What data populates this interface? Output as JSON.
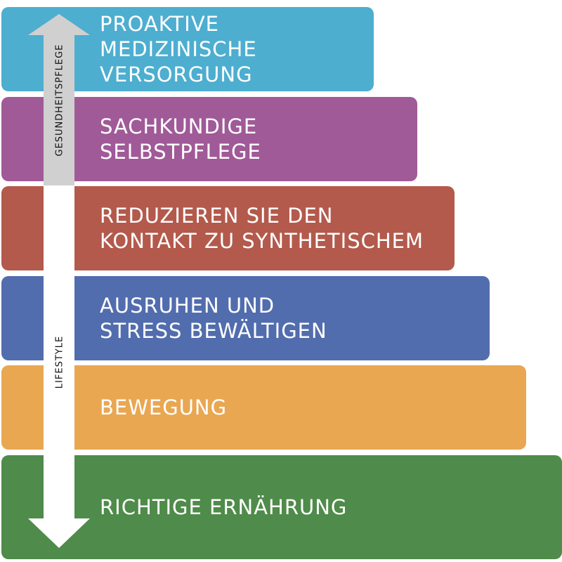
{
  "tiers": [
    {
      "label": "PROAKTIVE\nMEDIZINISCHE\nVERSORGUNG",
      "color": "#4daed0"
    },
    {
      "label": "SACHKUNDIGE\nSELBSTPFLEGE",
      "color": "#a05a98"
    },
    {
      "label": "REDUZIEREN SIE DEN\nKONTAKT ZU SYNTHETISCHEM",
      "color": "#b35a4c"
    },
    {
      "label": "AUSRUHEN UND\nSTRESS BEWÄLTIGEN",
      "color": "#526dae"
    },
    {
      "label": "BEWEGUNG",
      "color": "#e9a752"
    },
    {
      "label": "RICHTIGE ERNÄHRUNG",
      "color": "#4f8b4a"
    }
  ],
  "arrow": {
    "top_label": "GESUNDHEITSPFLEGE",
    "bottom_label": "LIFESTYLE",
    "top_color": "#d0d0d0",
    "bottom_color": "#ffffff"
  }
}
